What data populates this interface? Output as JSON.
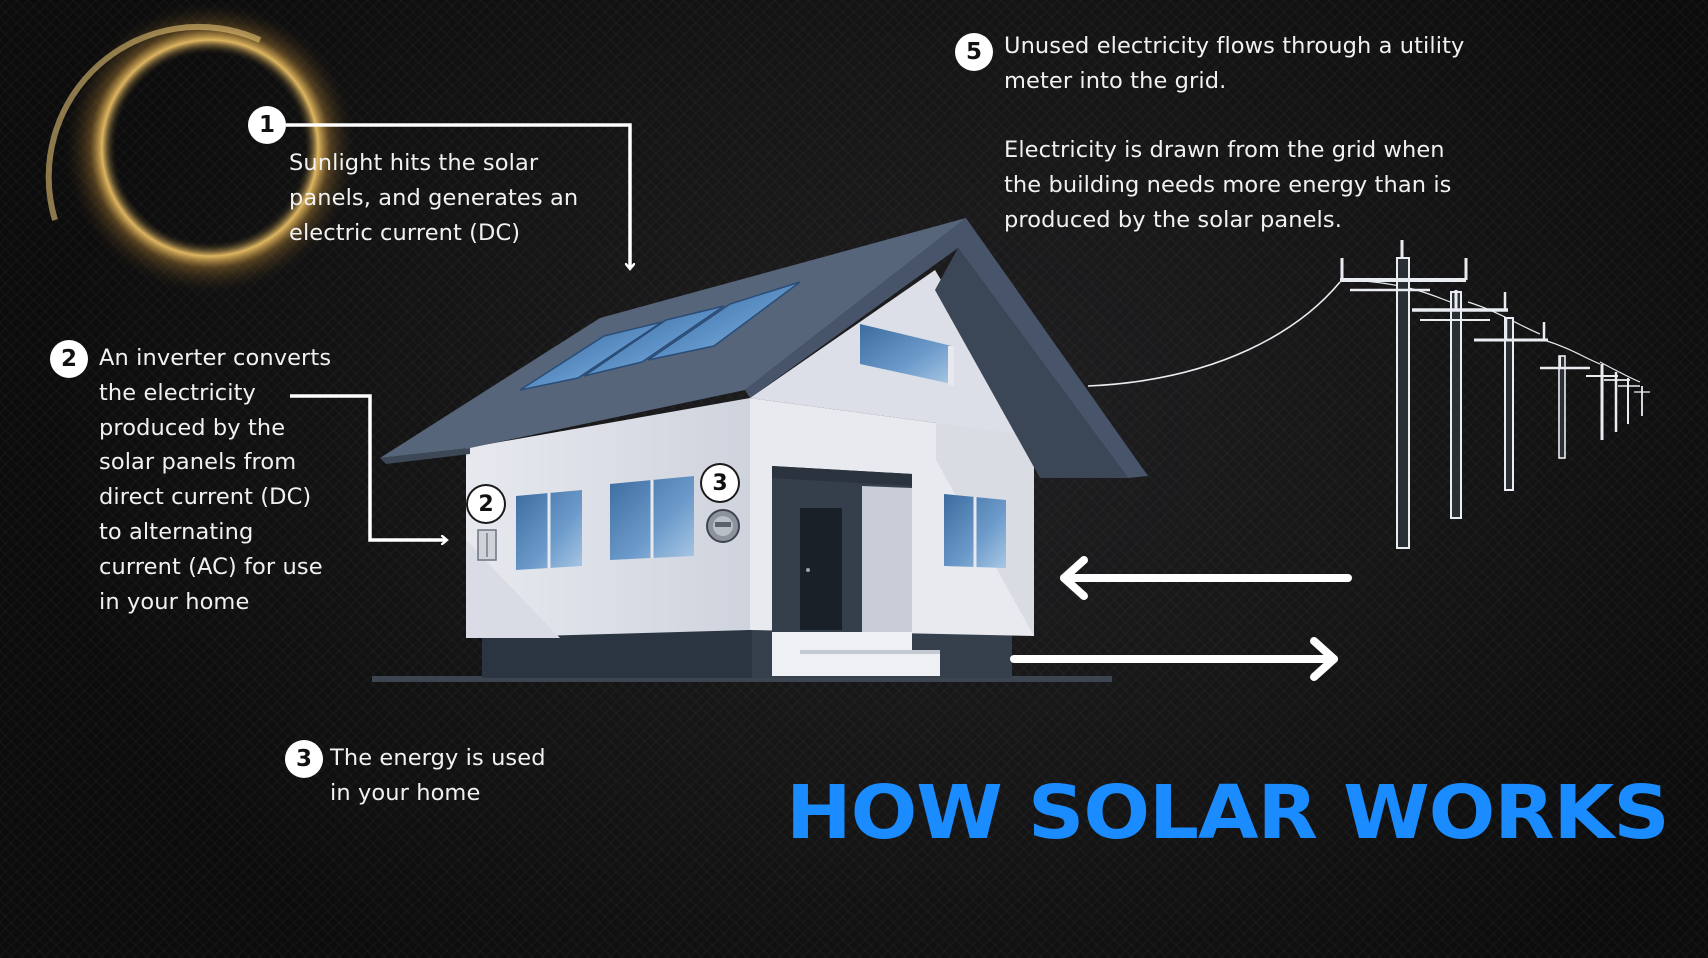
{
  "title": "HOW SOLAR WORKS",
  "steps": [
    {
      "number": "1",
      "lines": [
        "Sunlight hits the solar",
        "panels, and generates an",
        "electric current (DC)"
      ]
    },
    {
      "number": "2",
      "lines": [
        "An inverter converts",
        "the electricity",
        "produced by the",
        "solar panels from",
        "direct current (DC)",
        "to alternating",
        "current (AC) for use",
        "in your home"
      ]
    },
    {
      "number": "3",
      "lines": [
        "The energy is used",
        "in your home"
      ]
    },
    {
      "number": "5",
      "lines": [
        "Unused electricity flows through a utility",
        "meter into the grid.",
        "",
        "Electricity is drawn from the grid when",
        "the building needs more energy than is",
        "produced by the solar panels."
      ]
    }
  ],
  "house_markers": [
    "2",
    "3"
  ],
  "colors": {
    "title": "#1a8cff",
    "background": "#141415",
    "text": "#f1f1f1",
    "roof": "#4d5b6b",
    "wall": "#eceef4",
    "panel": "#3d6fa6"
  },
  "icons": [
    "sun-glow",
    "house",
    "solar-panels",
    "inverter",
    "utility-meter",
    "power-lines",
    "arrow-icon"
  ]
}
